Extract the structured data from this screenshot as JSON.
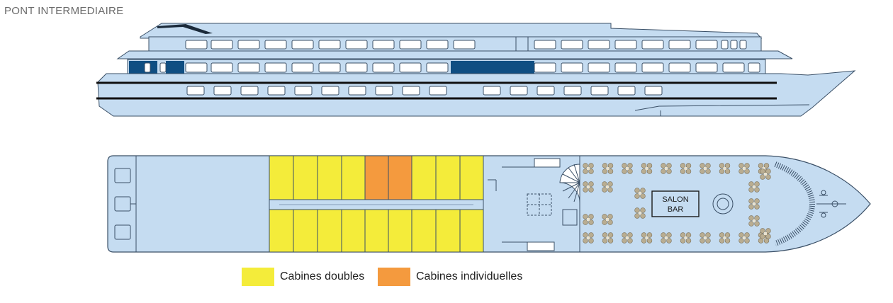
{
  "deck": {
    "title": "PONT INTERMEDIAIRE"
  },
  "salon": {
    "line1": "SALON",
    "line2": "BAR"
  },
  "legend": [
    {
      "label": "Cabines doubles",
      "color": "#f4ec3a"
    },
    {
      "label": "Cabines individuelles",
      "color": "#f49a3e"
    }
  ],
  "colors": {
    "hull": "#c5dcf1",
    "hull_stroke": "#3a4f66",
    "window_dark": "#0f4e82",
    "double_cabin": "#f4ec3a",
    "single_cabin": "#f49a3e",
    "table": "#b9ad91"
  },
  "icons": [
    "ship-side-view",
    "deck-plan",
    "staircase-icon",
    "spiral-staircase-icon",
    "table-icon",
    "anchor-icon"
  ]
}
